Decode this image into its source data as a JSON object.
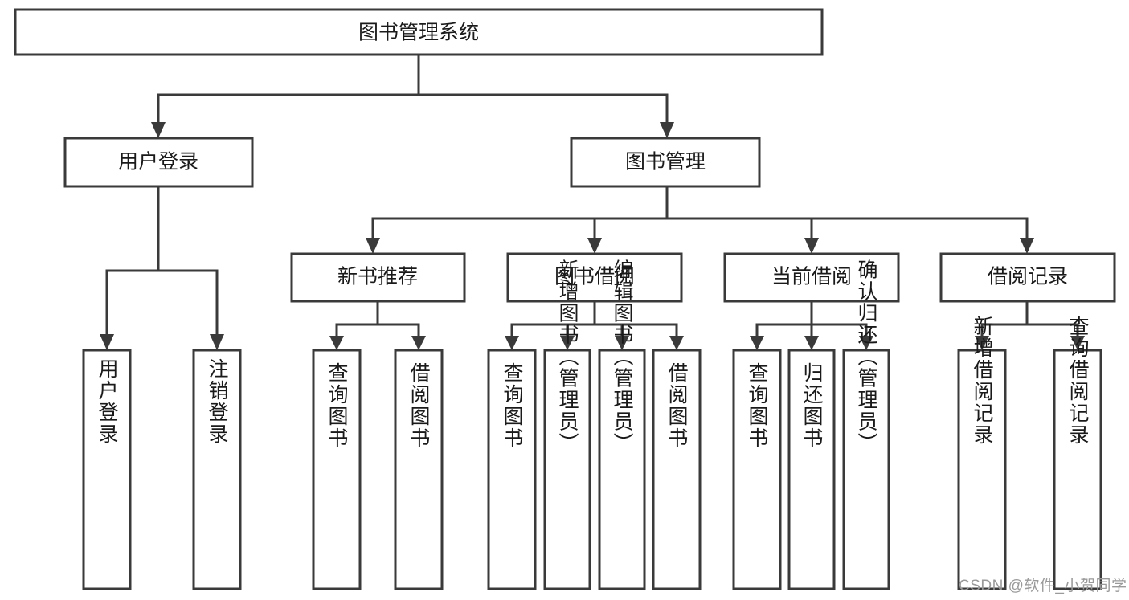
{
  "diagram": {
    "title": "图书管理系统",
    "type": "hierarchy-tree",
    "root": {
      "id": "root",
      "label": "图书管理系统"
    },
    "level2": [
      {
        "id": "user-login",
        "label": "用户登录"
      },
      {
        "id": "book-manage",
        "label": "图书管理"
      }
    ],
    "level3": [
      {
        "id": "new-book-recommend",
        "label": "新书推荐"
      },
      {
        "id": "book-borrow",
        "label": "图书借阅"
      },
      {
        "id": "current-borrow",
        "label": "当前借阅"
      },
      {
        "id": "borrow-record",
        "label": "借阅记录"
      }
    ],
    "leaves": {
      "user_login": [
        {
          "id": "leaf-user-login",
          "label": "用户登录"
        },
        {
          "id": "leaf-user-logout",
          "label": "注销登录"
        }
      ],
      "new_book_recommend": [
        {
          "id": "leaf-query-book-1",
          "label": "查询图书"
        },
        {
          "id": "leaf-borrow-book-1",
          "label": "借阅图书"
        }
      ],
      "book_borrow": [
        {
          "id": "leaf-query-book-2",
          "label": "查询图书"
        },
        {
          "id": "leaf-add-book",
          "label": "新增图书（管理员）"
        },
        {
          "id": "leaf-edit-book",
          "label": "编辑图书（管理员）"
        },
        {
          "id": "leaf-borrow-book-2",
          "label": "借阅图书"
        }
      ],
      "current_borrow": [
        {
          "id": "leaf-query-book-3",
          "label": "查询图书"
        },
        {
          "id": "leaf-return-book",
          "label": "归还图书"
        },
        {
          "id": "leaf-confirm-return",
          "label": "确认归还（管理员）"
        }
      ],
      "borrow_record": [
        {
          "id": "leaf-add-record",
          "label": "新增借阅记录"
        },
        {
          "id": "leaf-query-record",
          "label": "查询借阅记录"
        }
      ]
    }
  },
  "watermark": {
    "text": "CSDN @软件_小贺同学"
  },
  "colors": {
    "stroke": "#3a3a3a",
    "fill": "#ffffff",
    "text": "#1a1a1a",
    "watermark": "#9a9a9a"
  }
}
